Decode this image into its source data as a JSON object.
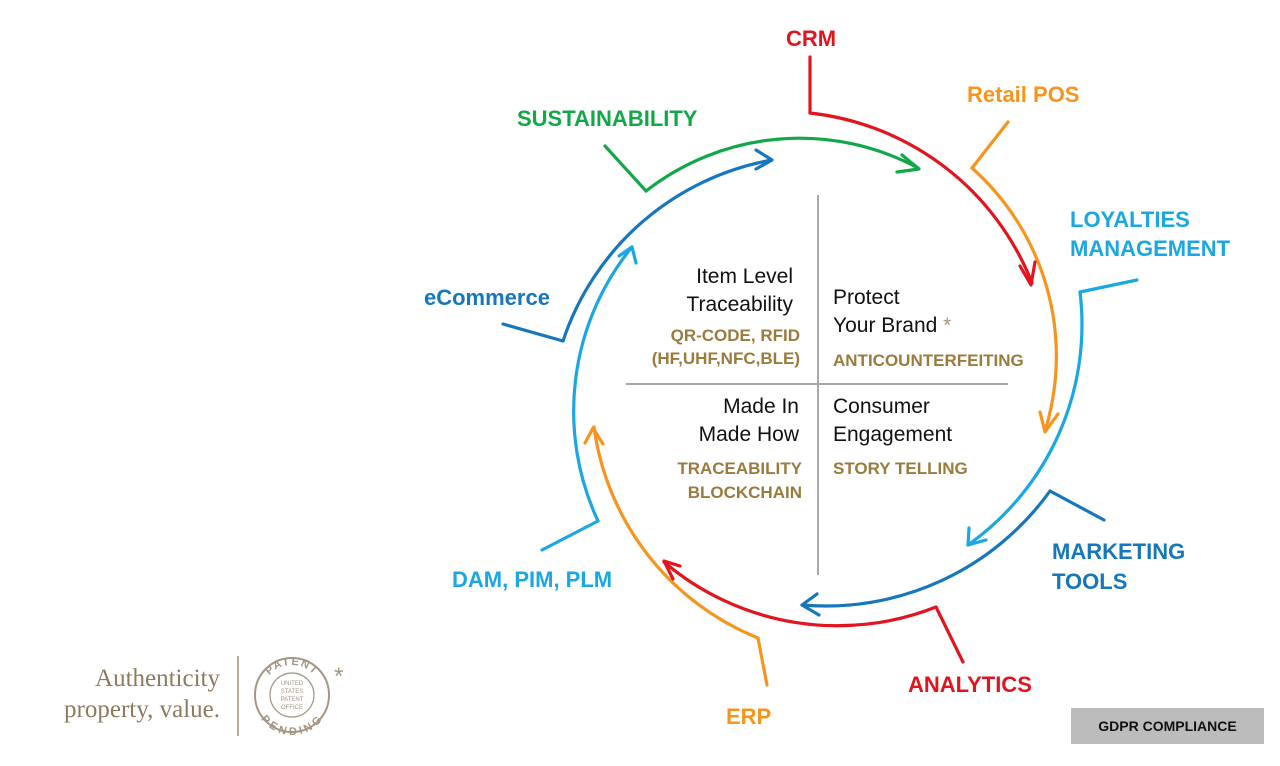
{
  "cycle_labels": {
    "crm": "CRM",
    "retail_pos": "Retail POS",
    "loyalties_1": "LOYALTIES",
    "loyalties_2": "MANAGEMENT",
    "marketing_1": "MARKETING",
    "marketing_2": "TOOLS",
    "analytics": "ANALYTICS",
    "erp": "ERP",
    "dam_pim_plm": "DAM, PIM, PLM",
    "ecommerce": "eCommerce",
    "sustainability": "SUSTAINABILITY"
  },
  "quadrants": {
    "top_left": {
      "title_1": "Item Level",
      "title_2": "Traceability",
      "sub_1": "QR-CODE, RFID",
      "sub_2": "(HF,UHF,NFC,BLE)"
    },
    "top_right": {
      "title_1": "Protect",
      "title_2": "Your Brand",
      "star": "*",
      "sub_1": "ANTICOUNTERFEITING"
    },
    "bottom_left": {
      "title_1": "Made In",
      "title_2": "Made How",
      "sub_1": "TRACEABILITY",
      "sub_2": "BLOCKCHAIN"
    },
    "bottom_right": {
      "title_1": "Consumer",
      "title_2": "Engagement",
      "sub_1": "STORY TELLING"
    }
  },
  "branding": {
    "tagline_1": "Authenticity",
    "tagline_2": "property, value.",
    "seal_top": "PATENT",
    "seal_bottom": "PENDING",
    "seal_line_1": "UNITED",
    "seal_line_2": "STATES",
    "seal_line_3": "PATENT",
    "seal_line_4": "OFFICE",
    "star": "*"
  },
  "gdpr_label": "GDPR COMPLIANCE",
  "colors": {
    "red": "#e2141d",
    "orange": "#f7941d",
    "light_blue": "#1ba7e2",
    "dark_blue": "#1677bd",
    "green": "#12a84a",
    "gold": "#9a7b3e",
    "gray": "#a8a8a8"
  },
  "icons": [
    "arrow-head",
    "patent-pending-seal"
  ]
}
